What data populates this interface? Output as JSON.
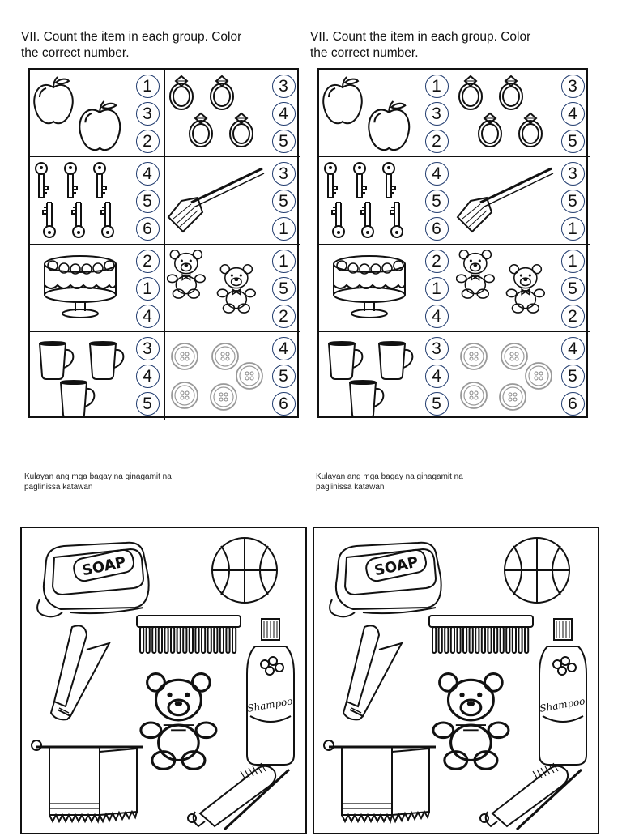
{
  "worksheet": {
    "title_lines": [
      "VII. Count the item in each group. Color",
      "the correct number."
    ],
    "cells": [
      {
        "item": "apple",
        "count": 2,
        "choices": [
          "1",
          "3",
          "2"
        ]
      },
      {
        "item": "ring",
        "count": 4,
        "choices": [
          "3",
          "4",
          "5"
        ]
      },
      {
        "item": "key",
        "count": 6,
        "choices": [
          "4",
          "5",
          "6"
        ]
      },
      {
        "item": "broom",
        "count": 1,
        "choices": [
          "3",
          "5",
          "1"
        ]
      },
      {
        "item": "cake",
        "count": 1,
        "choices": [
          "2",
          "1",
          "4"
        ]
      },
      {
        "item": "teddy-bear",
        "count": 2,
        "choices": [
          "1",
          "5",
          "2"
        ]
      },
      {
        "item": "mug",
        "count": 3,
        "choices": [
          "3",
          "4",
          "5"
        ]
      },
      {
        "item": "button",
        "count": 5,
        "choices": [
          "4",
          "5",
          "6"
        ]
      }
    ]
  },
  "hygiene": {
    "instruction_lines": [
      "Kulayan ang mga bagay na ginagamit na",
      "paglinissa katawan"
    ],
    "soap_label": "SOAP",
    "shampoo_label": "Shampoo",
    "items": [
      "soap",
      "basketball",
      "comb",
      "nail-clipper",
      "shampoo",
      "teddy-bear",
      "towel",
      "toothbrush-toothpaste"
    ]
  }
}
